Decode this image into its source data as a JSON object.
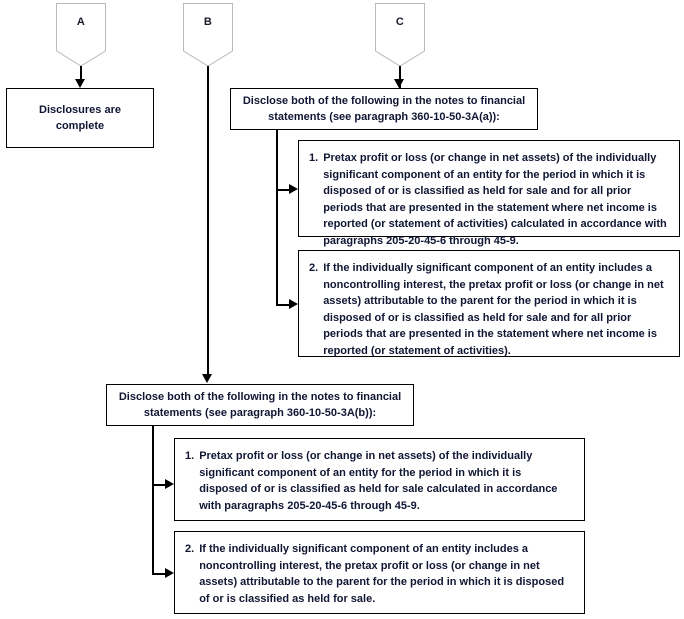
{
  "diagram": {
    "title": "Disclosure requirements flowchart for individually significant components",
    "connectors": [
      {
        "id": "A",
        "label": "A"
      },
      {
        "id": "B",
        "label": "B"
      },
      {
        "id": "C",
        "label": "C"
      }
    ],
    "boxes": {
      "disclosures_complete": {
        "text": "Disclosures are complete"
      },
      "disclose_a_header": {
        "text": "Disclose both of the following in the notes to financial statements (see paragraph 360-10-50-3A(a)):"
      },
      "disclose_a_item1": {
        "number": "1.",
        "text": "Pretax profit or loss (or change in net assets) of the individually significant component of an entity for the period in which it is disposed of or is classified as held for sale and for all prior periods that are presented in the statement where net income is reported (or statement of activities) calculated in accordance with paragraphs 205-20-45-6 through 45-9."
      },
      "disclose_a_item2": {
        "number": "2.",
        "text": "If the individually significant component of an entity includes a noncontrolling interest, the pretax profit or loss (or change in net assets) attributable to the parent for the period in which it is disposed of or is classified as held for sale and for all prior periods that are presented in the statement where net income is reported (or statement of activities)."
      },
      "disclose_b_header": {
        "text": "Disclose both of the following in the notes to financial statements (see paragraph 360-10-50-3A(b)):"
      },
      "disclose_b_item1": {
        "number": "1.",
        "text": "Pretax profit or loss (or change in net assets) of the individually significant component of an entity for the period in which it is disposed of or is classified as held for sale calculated in accordance with paragraphs 205-20-45-6 through 45-9."
      },
      "disclose_b_item2": {
        "number": "2.",
        "text": "If the individually significant component of an entity includes a noncontrolling interest, the pretax profit or loss (or change in net assets) attributable to the parent for the period in which it is disposed of or is classified as held for sale."
      }
    },
    "colors": {
      "line": "#000000",
      "box_border": "#000000",
      "connector_border": "#b9b9b9",
      "text": "#111633",
      "background": "#ffffff"
    }
  }
}
